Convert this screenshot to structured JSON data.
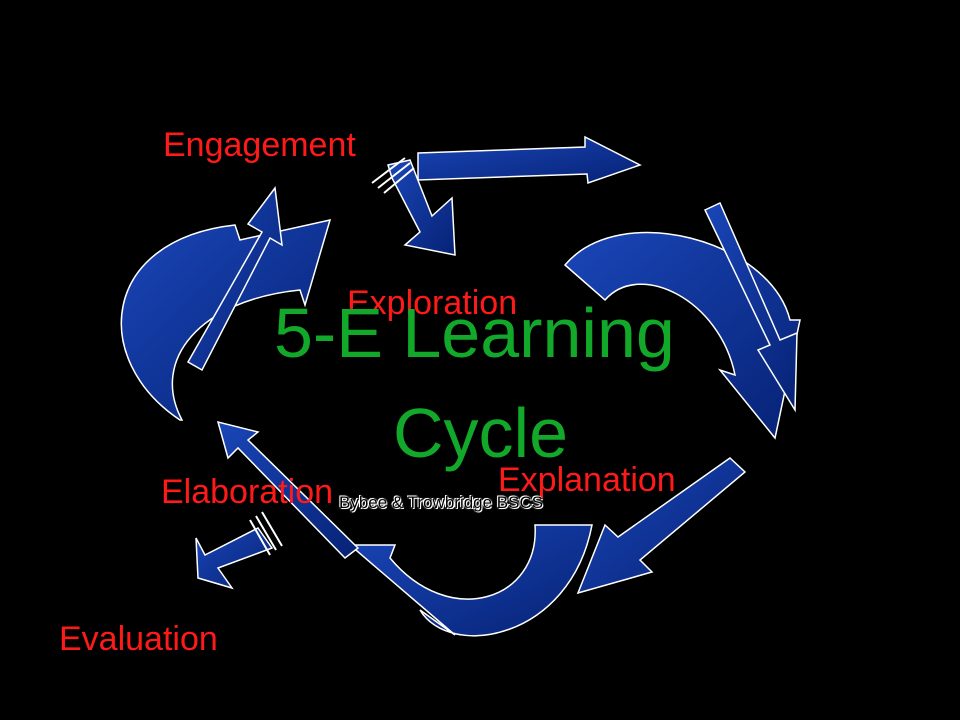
{
  "phases": {
    "engagement": "Engagement",
    "exploration": "Exploration",
    "explanation": "Explanation",
    "elaboration": "Elaboration",
    "evaluation": "Evaluation"
  },
  "title_line1": "5-E Learning",
  "title_line2": "Cycle",
  "credit": "Bybee & Trowbridge BSCS",
  "colors": {
    "background": "#000000",
    "arrow_fill": "#0a2f8f",
    "arrow_stroke": "#ffffff",
    "phase_text": "#ff1a1a",
    "title_text": "#12a82a"
  }
}
